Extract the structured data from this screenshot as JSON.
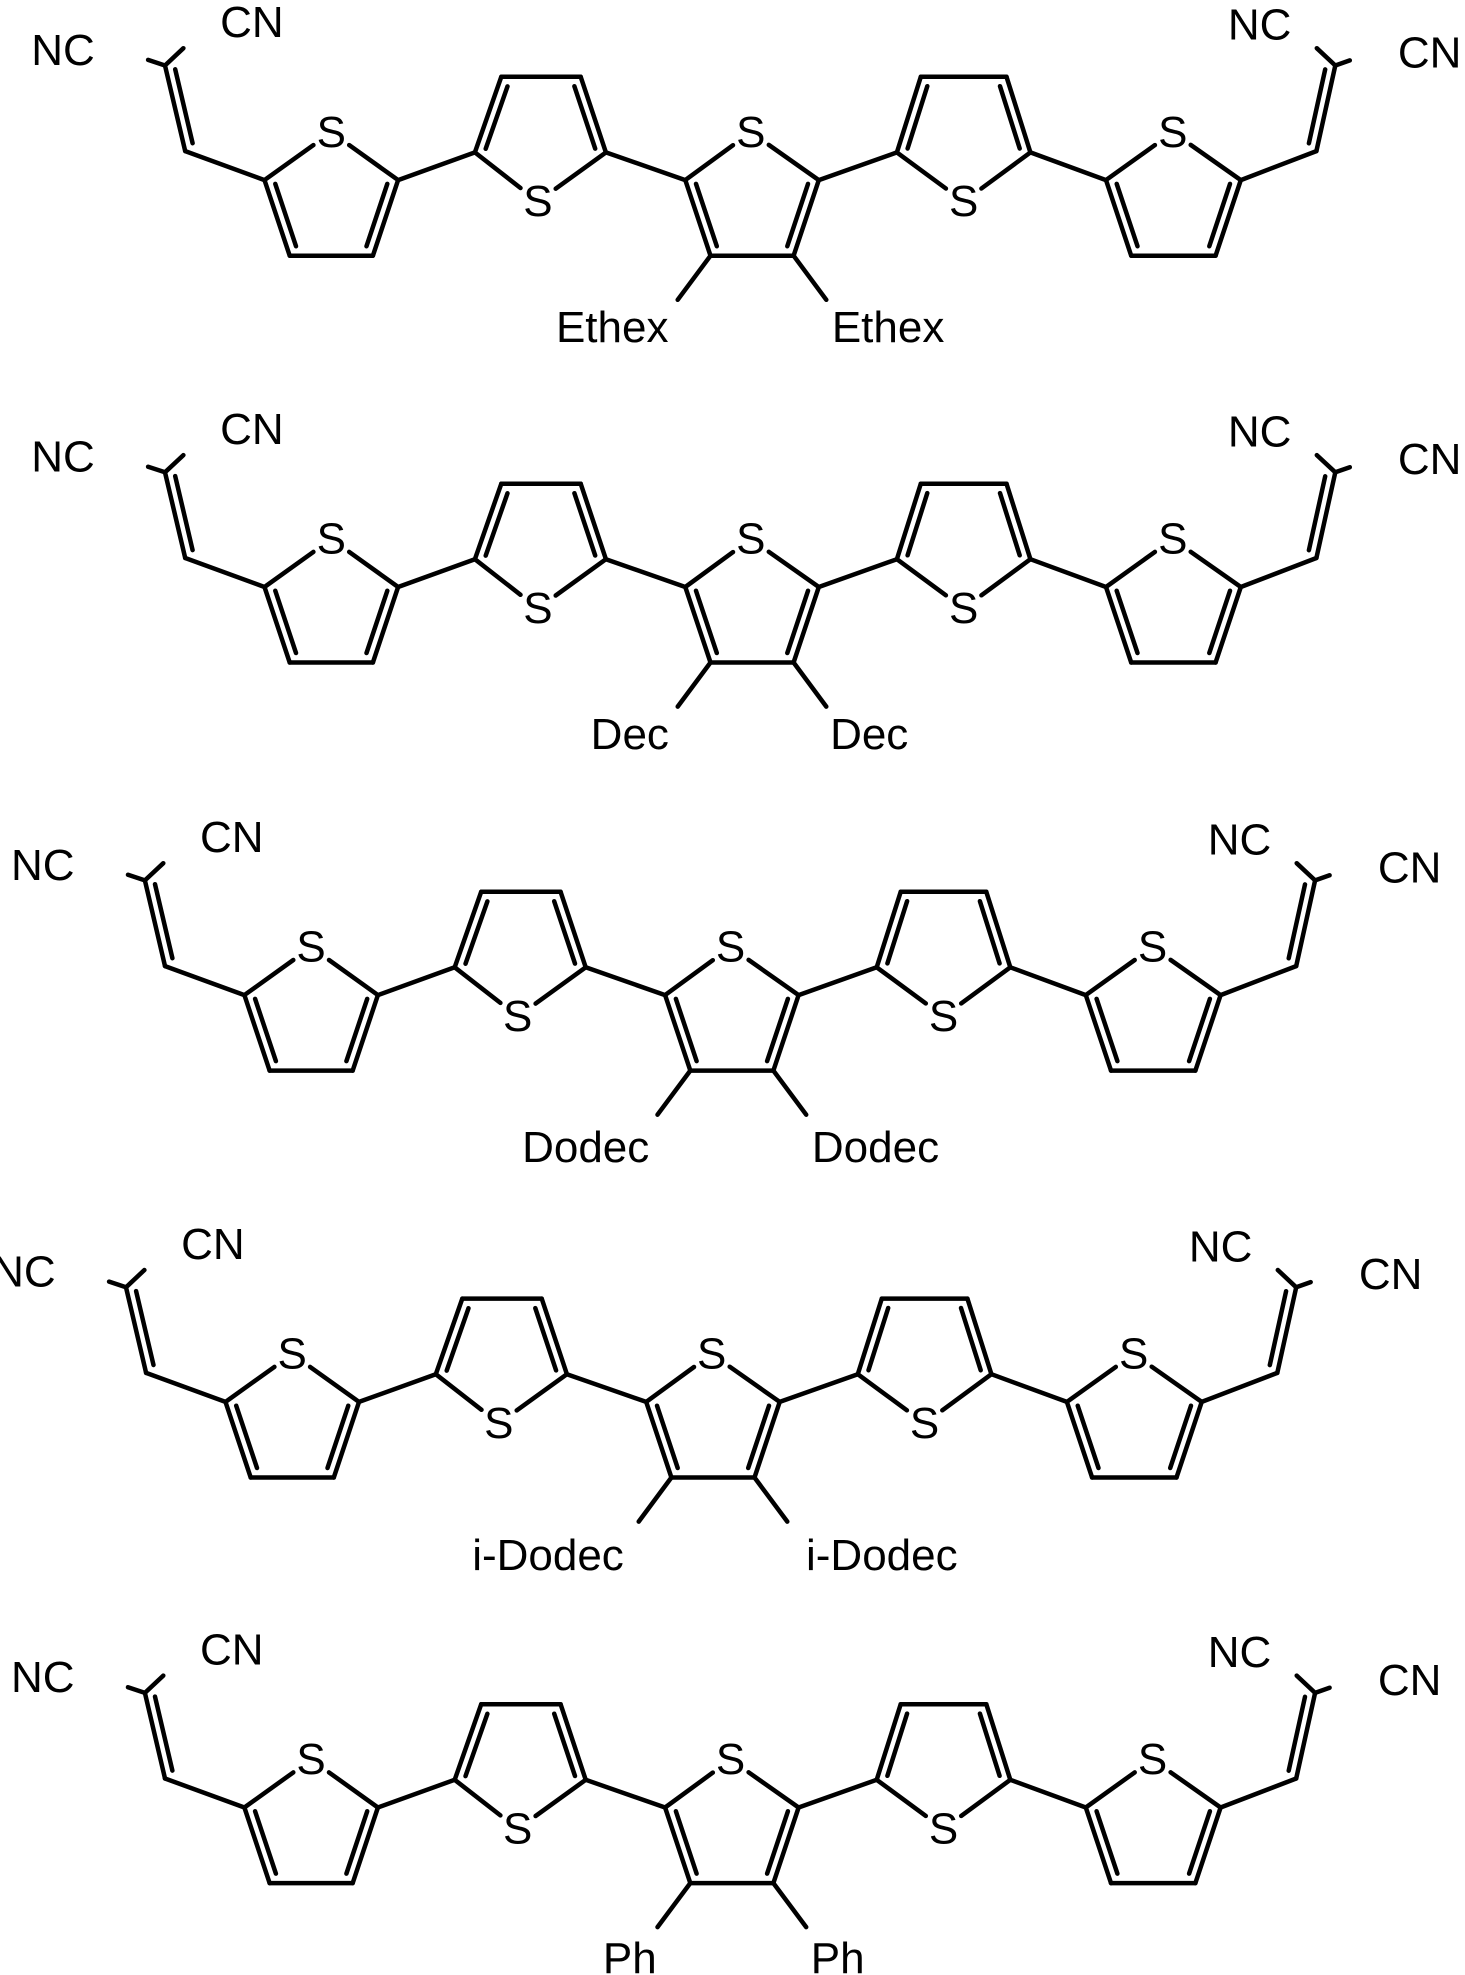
{
  "molecules": [
    {
      "substituents": [
        "Ethex",
        "Ethex"
      ]
    },
    {
      "substituents": [
        "Dec",
        "Dec"
      ]
    },
    {
      "substituents": [
        "Dodec",
        "Dodec"
      ]
    },
    {
      "substituents": [
        "i-Dodec",
        "i-Dodec"
      ]
    },
    {
      "substituents": [
        "Ph",
        "Ph"
      ]
    }
  ],
  "labels": {
    "sulfur": "S",
    "nc": "NC",
    "cn": "CN"
  }
}
